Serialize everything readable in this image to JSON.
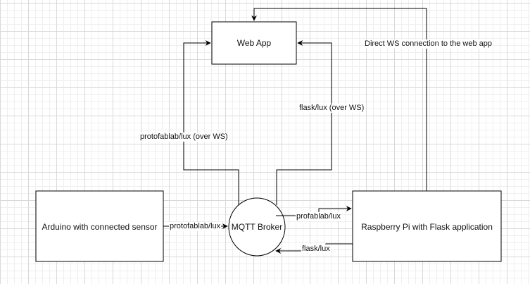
{
  "nodes": {
    "web_app": "Web App",
    "arduino": "Arduino with connected sensor",
    "mqtt_broker": "MQTT Broker",
    "raspberry_pi": "Raspberry Pi with Flask application"
  },
  "edges": {
    "direct_ws": "Direct WS connection to the web app",
    "protofablab_ws": "protofablab/lux (over WS)",
    "flask_ws": "flask/lux (over WS)",
    "arduino_to_broker": "protofablab/lux",
    "broker_to_pi": "profablab/lux",
    "pi_to_broker": "flask/lux"
  },
  "colors": {
    "stroke": "#000000",
    "fill": "#ffffff",
    "text": "#111111"
  }
}
